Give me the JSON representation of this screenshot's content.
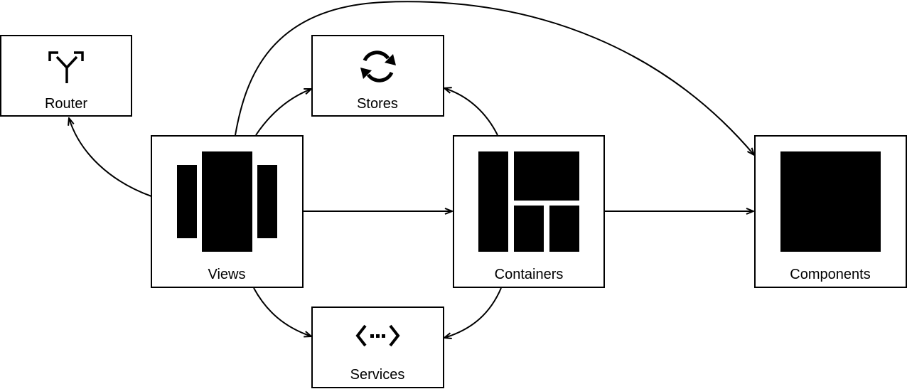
{
  "nodes": {
    "router": {
      "label": "Router",
      "icon": "fork-arrows-icon"
    },
    "stores": {
      "label": "Stores",
      "icon": "refresh-icon"
    },
    "views": {
      "label": "Views",
      "icon": "three-column-layout-icon"
    },
    "containers": {
      "label": "Containers",
      "icon": "grid-layout-icon"
    },
    "components": {
      "label": "Components",
      "icon": "square-icon"
    },
    "services": {
      "label": "Services",
      "icon": "code-dots-icon"
    }
  },
  "edges": [
    {
      "from": "views",
      "to": "router"
    },
    {
      "from": "views",
      "to": "stores"
    },
    {
      "from": "views",
      "to": "containers"
    },
    {
      "from": "views",
      "to": "services"
    },
    {
      "from": "views",
      "to": "components"
    },
    {
      "from": "containers",
      "to": "stores"
    },
    {
      "from": "containers",
      "to": "services"
    },
    {
      "from": "containers",
      "to": "components"
    }
  ],
  "colors": {
    "stroke": "#000000",
    "fill": "#000000",
    "background": "#ffffff"
  }
}
